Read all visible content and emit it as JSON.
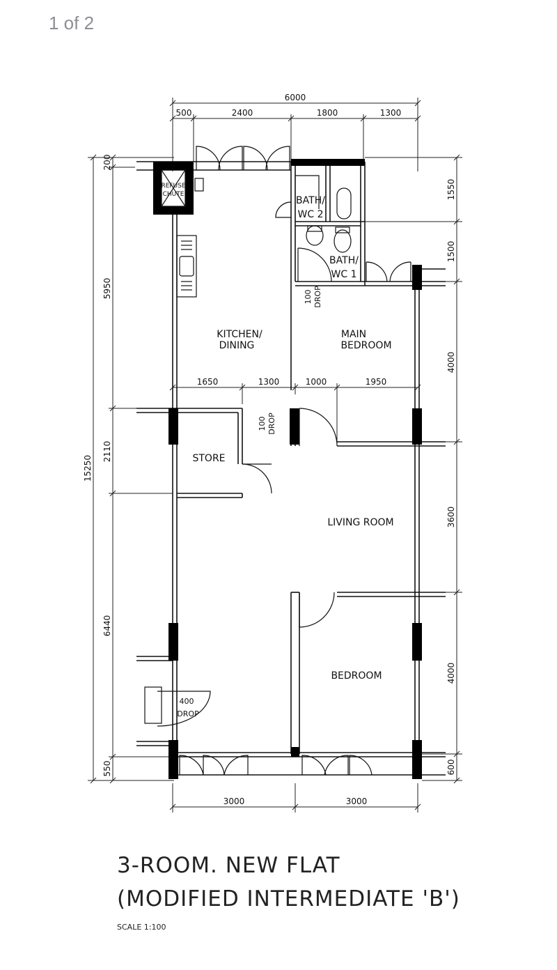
{
  "page_counter": "1 of 2",
  "title": {
    "line1": "3-ROOM. NEW FLAT",
    "line2": "(MODIFIED INTERMEDIATE 'B')",
    "scale": "SCALE   1:100"
  },
  "rooms": {
    "refuse_chute": [
      "REFUSE",
      "CHUTE"
    ],
    "bath_wc_2": [
      "BATH/",
      "WC  2"
    ],
    "bath_wc_1": [
      "BATH/",
      "WC  1"
    ],
    "kitchen_dining": [
      "KITCHEN/",
      "DINING"
    ],
    "main_bedroom": [
      "MAIN",
      "BEDROOM"
    ],
    "store": "STORE",
    "living_room": "LIVING  ROOM",
    "bedroom": "BEDROOM"
  },
  "drops": {
    "drop_100_a": [
      "100",
      "DROP"
    ],
    "drop_100_b": [
      "100",
      "DROP"
    ],
    "drop_400": [
      "400",
      "DROP"
    ]
  },
  "dimensions": {
    "top_total": "6000",
    "top_500": "500",
    "top_2400": "2400",
    "top_1800": "1800",
    "top_1300": "1300",
    "mid_1650": "1650",
    "mid_1300": "1300",
    "mid_1000": "1000",
    "mid_1950": "1950",
    "bottom_left": "3000",
    "bottom_right": "3000",
    "left_total": "15250",
    "left_200": "200",
    "left_5950": "5950",
    "left_2110": "2110",
    "left_6440": "6440",
    "left_550": "550",
    "right_1550": "1550",
    "right_1500": "1500",
    "right_4000_top": "4000",
    "right_3600": "3600",
    "right_4000_bottom": "4000",
    "right_600": "600"
  }
}
